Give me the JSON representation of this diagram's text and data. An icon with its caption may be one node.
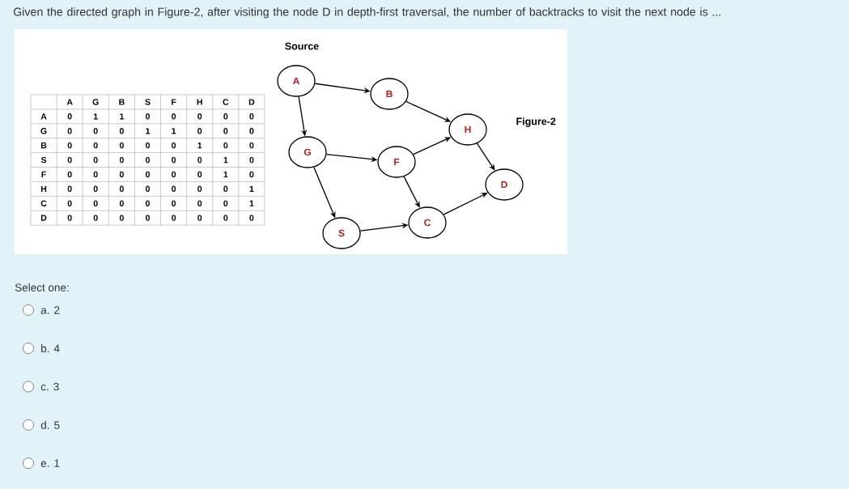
{
  "diagram": {
    "title": "Given the directed graph in Figure-2, after visiting the node D in depth-first traversal, the number of backtracks to visit the next node is ...",
    "nodes": [
      {
        "text": [
          "A"
        ]
      },
      {
        "text": [
          "B"
        ]
      },
      {
        "text": [
          "H"
        ]
      },
      {
        "text": [
          "G"
        ]
      },
      {
        "text": [
          "F"
        ]
      },
      {
        "text": [
          "D"
        ]
      },
      {
        "text": [
          "S"
        ]
      },
      {
        "text": [
          "C"
        ]
      }
    ],
    "edges": [
      {
        "from": 0,
        "to": 1,
        "arrow": "to"
      },
      {
        "from": 0,
        "to": 3,
        "arrow": "to"
      },
      {
        "from": 1,
        "to": 2,
        "arrow": "to"
      },
      {
        "from": 3,
        "to": 4,
        "arrow": "to"
      },
      {
        "from": 3,
        "to": 6,
        "arrow": "to"
      },
      {
        "from": 4,
        "to": 2,
        "arrow": "to"
      },
      {
        "from": 4,
        "to": 7,
        "arrow": "to"
      },
      {
        "from": 2,
        "to": 5,
        "arrow": "to"
      },
      {
        "from": 6,
        "to": 7,
        "arrow": "to"
      },
      {
        "from": 7,
        "to": 5,
        "arrow": "to"
      }
    ],
    "labels": [
      "Source",
      "Figure-2",
      "A",
      "G",
      "B",
      "S",
      "F",
      "H",
      "C",
      "D",
      "A",
      "0",
      "1",
      "1",
      "0",
      "0",
      "0",
      "0",
      "0",
      "G",
      "0",
      "0",
      "0",
      "1",
      "1",
      "0",
      "0",
      "0",
      "B",
      "0",
      "0",
      "0",
      "0",
      "0",
      "1",
      "0",
      "0",
      "S",
      "0",
      "0",
      "0",
      "0",
      "0",
      "0",
      "1",
      "0",
      "F",
      "0",
      "0",
      "0",
      "0",
      "0",
      "0",
      "1",
      "0",
      "H",
      "0",
      "0",
      "0",
      "0",
      "0",
      "0",
      "0",
      "1",
      "C",
      "0",
      "0",
      "0",
      "0",
      "0",
      "0",
      "0",
      "1",
      "D",
      "0",
      "0",
      "0",
      "0",
      "0",
      "0",
      "0",
      "0",
      "Select one:",
      "a. 2",
      "b. 4",
      "c. 3",
      "d. 5",
      "e. 1"
    ]
  }
}
